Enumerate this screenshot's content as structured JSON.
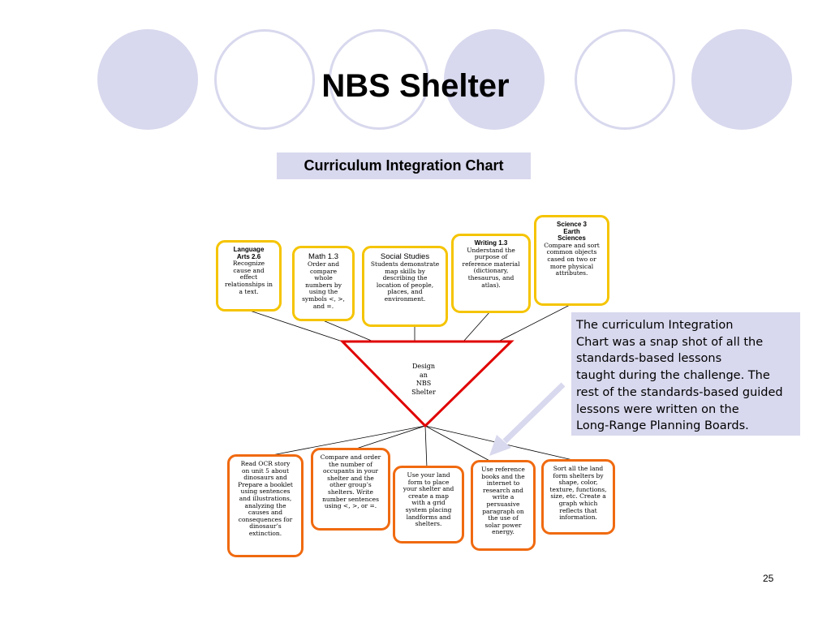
{
  "slide": {
    "title": "NBS Shelter",
    "subtitle": "Curriculum Integration Chart",
    "page_number": "25",
    "colors": {
      "circle": "#d8d8ee",
      "gold_border": "#f5c400",
      "orange_border": "#f06a10",
      "triangle": "#e00000",
      "arrow": "#d8d8ee"
    }
  },
  "center": {
    "lines": [
      "Design",
      "an",
      "NBS",
      "Shelter"
    ]
  },
  "standards": [
    {
      "title": [
        "Language",
        "Arts 2.6"
      ],
      "body": [
        "Recognize",
        "cause and",
        "effect",
        "relationships in",
        "a text."
      ]
    },
    {
      "title": [
        "Math 1.3"
      ],
      "body": [
        "Order and",
        "compare",
        "whole",
        "numbers by",
        "using the",
        "symbols <, >,",
        "and =."
      ]
    },
    {
      "title": [
        "Social Studies"
      ],
      "body": [
        "Students demonstrate",
        "map skills by",
        "describing the",
        "location of people,",
        "places, and",
        "environment."
      ]
    },
    {
      "title": [
        "Writing 1.3"
      ],
      "body": [
        "Understand the",
        "purpose of",
        "reference material",
        "(dictionary,",
        "thesaurus, and",
        "atlas)."
      ]
    },
    {
      "title": [
        "Science 3",
        "Earth",
        "Sciences"
      ],
      "body": [
        "Compare and sort",
        "common objects",
        "cased on two or",
        "more physical",
        "attributes."
      ]
    }
  ],
  "activities": [
    {
      "body": [
        "Read OCR story",
        "on unit 5 about",
        "dinosaurs and",
        "Prepare a booklet",
        "using sentences",
        "and illustrations,",
        "analyzing the",
        "causes and",
        "consequences for",
        "dinosaur’s",
        "extinction."
      ]
    },
    {
      "body": [
        "Compare and order",
        "the number of",
        "occupants in your",
        "shelter and the",
        "other group’s",
        "shelters. Write",
        "number sentences",
        "using <, >, or =."
      ]
    },
    {
      "body": [
        "Use your land",
        "form to place",
        "your shelter and",
        "create a map",
        "with a grid",
        "system placing",
        "landforms and",
        "shelters."
      ]
    },
    {
      "body": [
        "Use reference",
        "books and the",
        "internet to",
        "research and",
        "write a",
        "persuasive",
        "paragraph on",
        "the use of",
        "solar power",
        "energy."
      ]
    },
    {
      "body": [
        "Sort all the land",
        "form shelters by",
        "shape, color,",
        "texture, functions,",
        "size, etc. Create a",
        "graph which",
        "reflects that",
        "information."
      ]
    }
  ],
  "note": {
    "lines": [
      "The curriculum Integration",
      "Chart was a snap shot of all the",
      "standards-based lessons",
      "taught during the challenge. The",
      "rest of the standards-based guided",
      "lessons were written on the",
      "Long-Range Planning Boards."
    ]
  }
}
